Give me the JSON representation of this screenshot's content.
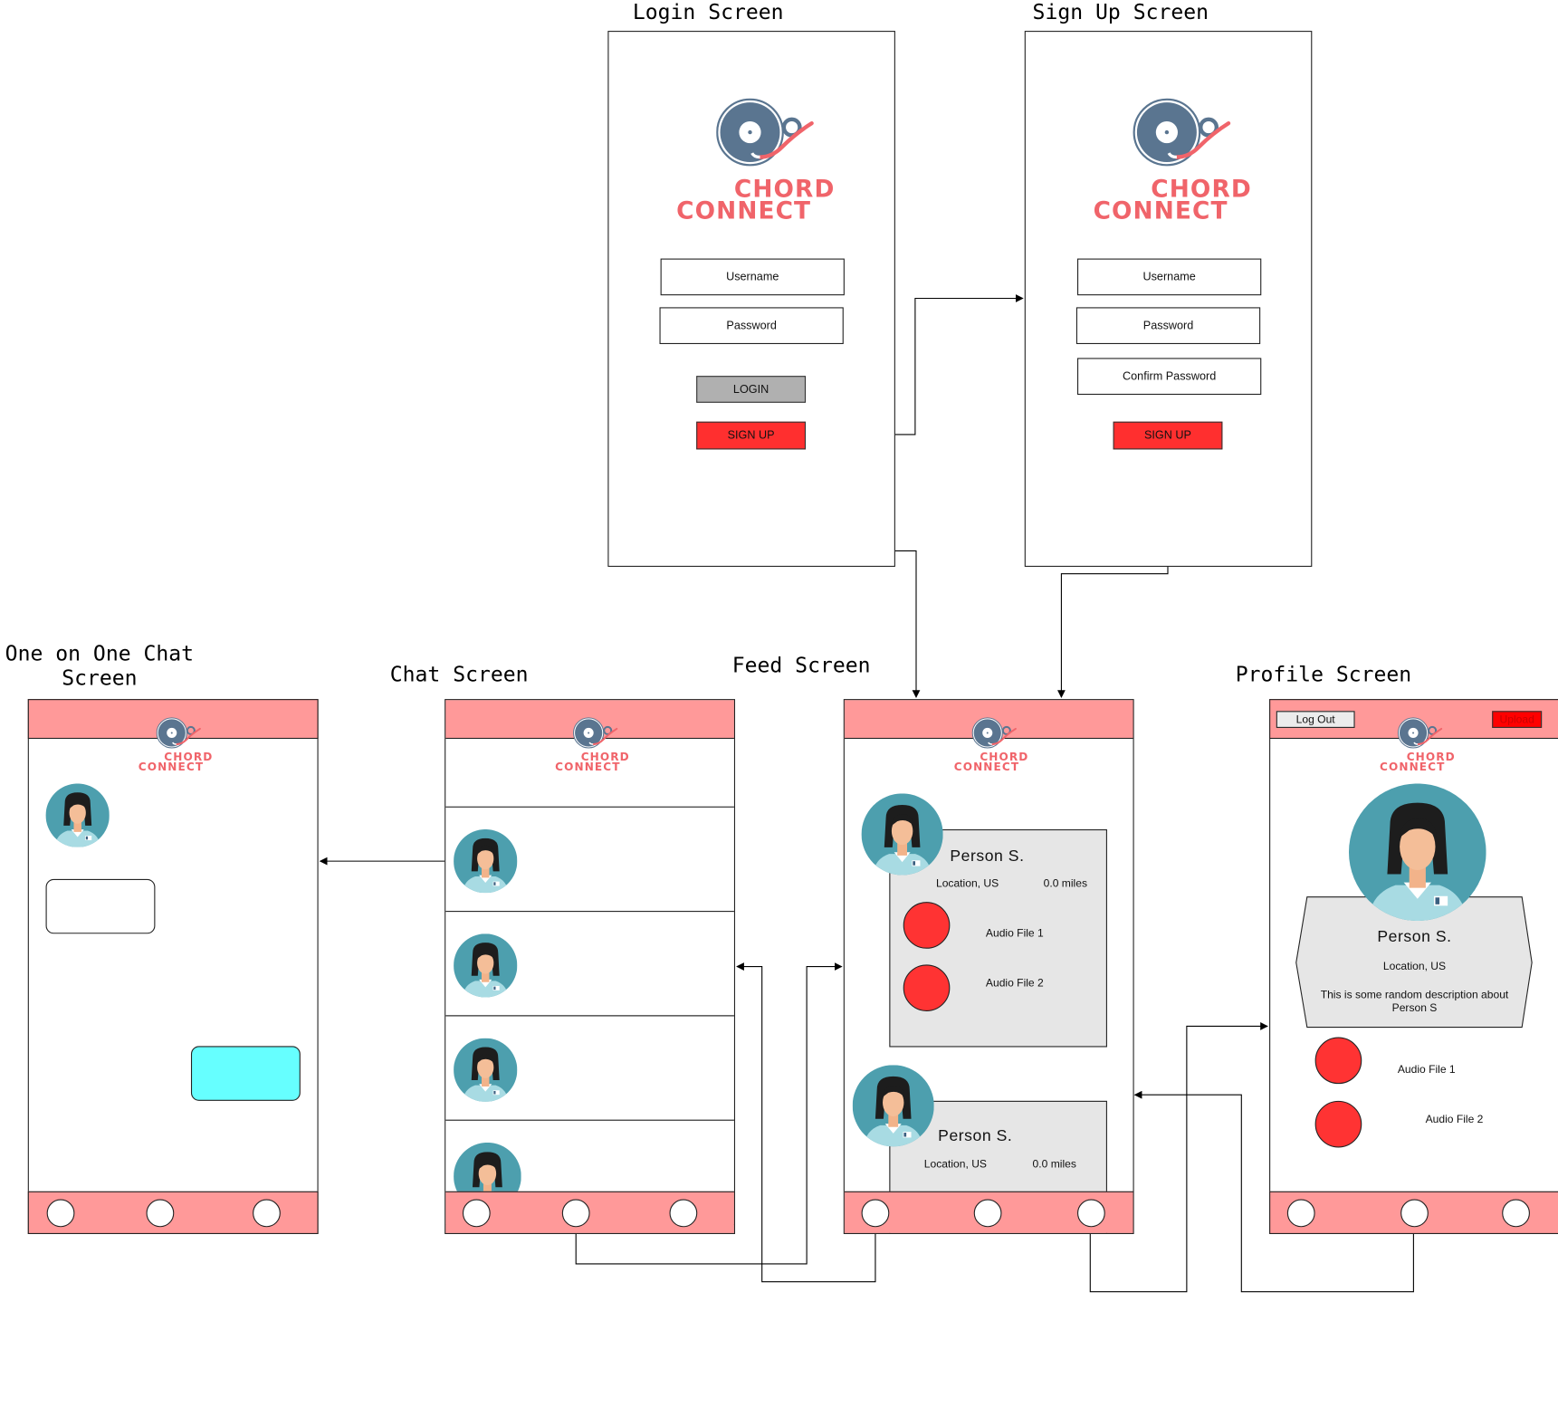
{
  "titles": {
    "login": "Login Screen",
    "signup": "Sign Up Screen",
    "one_on_one_line1": "One on One Chat",
    "one_on_one_line2": "Screen",
    "chat": "Chat Screen",
    "feed": "Feed Screen",
    "profile": "Profile Screen"
  },
  "logo": {
    "line1": "CHORD",
    "line2": "CONNECT"
  },
  "login": {
    "username_placeholder": "Username",
    "password_placeholder": "Password",
    "login_label": "LOGIN",
    "signup_label": "SIGN UP"
  },
  "signup": {
    "username_placeholder": "Username",
    "password_placeholder": "Password",
    "confirm_placeholder": "Confirm Password",
    "signup_label": "SIGN UP"
  },
  "feed": {
    "posts": [
      {
        "name": "Person S.",
        "location": "Location, US",
        "distance": "0.0 miles",
        "audio": [
          "Audio File 1",
          "Audio File 2"
        ]
      },
      {
        "name": "Person S.",
        "location": "Location, US",
        "distance": "0.0 miles"
      }
    ]
  },
  "profile": {
    "logout_label": "Log Out",
    "upload_label": "Upload",
    "name": "Person S.",
    "location": "Location, US",
    "description": "This is some random description about Person S",
    "audio": [
      "Audio File 1",
      "Audio File 2"
    ]
  },
  "colors": {
    "bar": "#ff9999",
    "logo_red": "#f0646a",
    "button_red": "#ff2f2f",
    "audio_red": "#ff3333",
    "button_grey": "#b0b0b0",
    "chat_bubble": "#66ffff",
    "card_grey": "#e6e6e6"
  }
}
